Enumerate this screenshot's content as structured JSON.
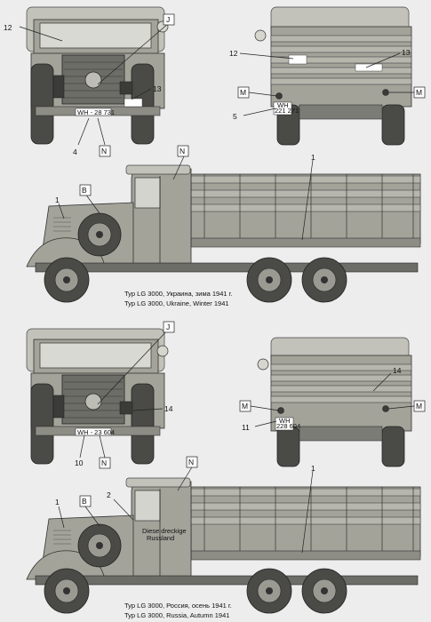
{
  "callouts": {
    "n1": "1",
    "n2": "2",
    "n4": "4",
    "n5": "5",
    "n10": "10",
    "n11": "11",
    "n12": "12",
    "n13": "13",
    "n14": "14",
    "B": "B",
    "J": "J",
    "M": "M",
    "N": "N"
  },
  "plates": {
    "front_top": "WH - 28 731",
    "rear_top": "WH\n221 271",
    "front_bottom": "WH - 23 604",
    "rear_bottom": "WH\n228 604"
  },
  "cab_text_bottom": "Diese dreckige\nRussland",
  "captions": {
    "top_ru": "Typ LG 3000, Украина, зима 1941 г.",
    "top_en": "Typ LG 3000, Ukraine, Winter 1941",
    "bottom_ru": "Typ LG 3000, Россия, осень 1941 г.",
    "bottom_en": "Typ LG 3000, Russia, Autumn 1941"
  },
  "colors": {
    "body": "#a3a39a",
    "canvas": "#c2c2ba",
    "dark": "#3b3b38",
    "paper": "#ededee"
  }
}
